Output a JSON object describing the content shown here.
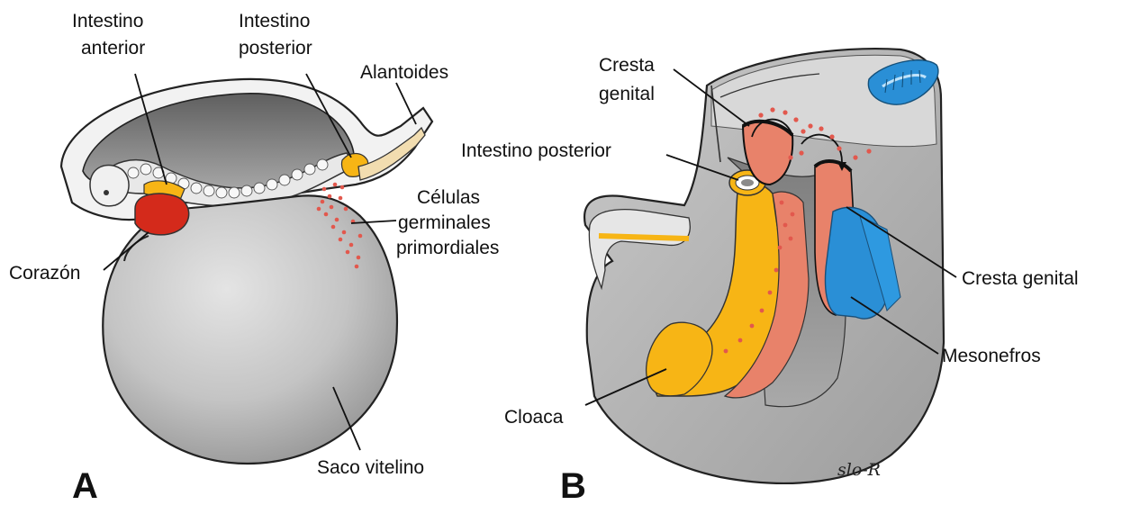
{
  "labels": {
    "a_intestino_anterior_1": "Intestino",
    "a_intestino_anterior_2": "anterior",
    "a_intestino_posterior_1": "Intestino",
    "a_intestino_posterior_2": "posterior",
    "a_alantoides": "Alantoides",
    "a_celulas_1": "Células",
    "a_celulas_2": "germinales",
    "a_celulas_3": "primordiales",
    "a_corazon": "Corazón",
    "a_saco_vitelino": "Saco vitelino",
    "b_cresta_genital_top_1": "Cresta",
    "b_cresta_genital_top_2": "genital",
    "b_intestino_posterior": "Intestino posterior",
    "b_cresta_genital_right": "Cresta genital",
    "b_mesonefros": "Mesonefros",
    "b_cloaca": "Cloaca"
  },
  "panels": {
    "a": "A",
    "b": "B"
  },
  "signature": "slo-R",
  "colors": {
    "body_gray": "#b9b9b9",
    "dark_gray": "#6f6f6f",
    "gut_yellow": "#f7b515",
    "heart_red": "#d42a1b",
    "salmon": "#e8826a",
    "blue": "#2a8fd6",
    "germ_dots": "#e2584d"
  }
}
